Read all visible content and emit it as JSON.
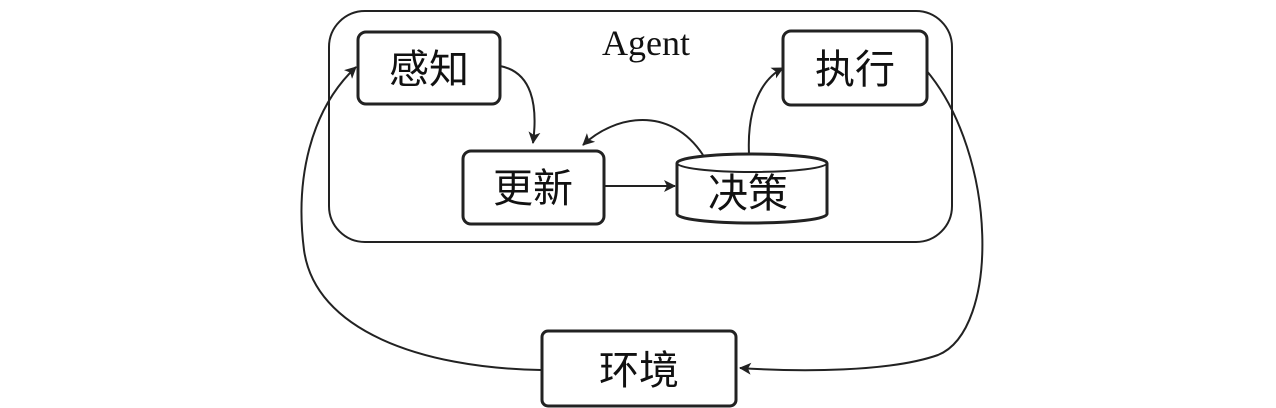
{
  "diagram": {
    "container_label": "Agent",
    "nodes": {
      "perceive": "感知",
      "update": "更新",
      "decide": "决策",
      "execute": "执行",
      "environment": "环境"
    }
  },
  "colors": {
    "stroke": "#222222",
    "fill": "#ffffff",
    "text": "#111111"
  }
}
